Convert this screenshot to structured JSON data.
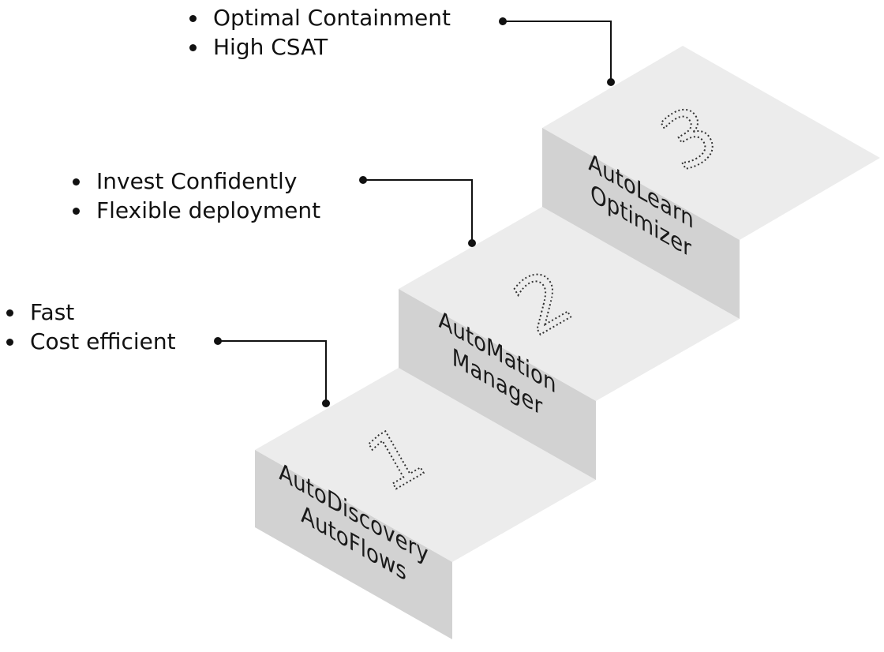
{
  "steps": [
    {
      "number": "1",
      "title_lines": [
        "AutoDiscovery",
        "AutoFlows"
      ],
      "bullets": [
        "Fast",
        "Cost efficient"
      ]
    },
    {
      "number": "2",
      "title_lines": [
        "AutoMation",
        "Manager"
      ],
      "bullets": [
        "Invest Confidently",
        "Flexible deployment"
      ]
    },
    {
      "number": "3",
      "title_lines": [
        "AutoLearn",
        "Optimizer"
      ],
      "bullets": [
        "Optimal Containment",
        "High CSAT"
      ]
    }
  ],
  "colors": {
    "tread": "#ececec",
    "riser": "#d2d2d2",
    "text": "#111111",
    "connector": "#111111"
  }
}
